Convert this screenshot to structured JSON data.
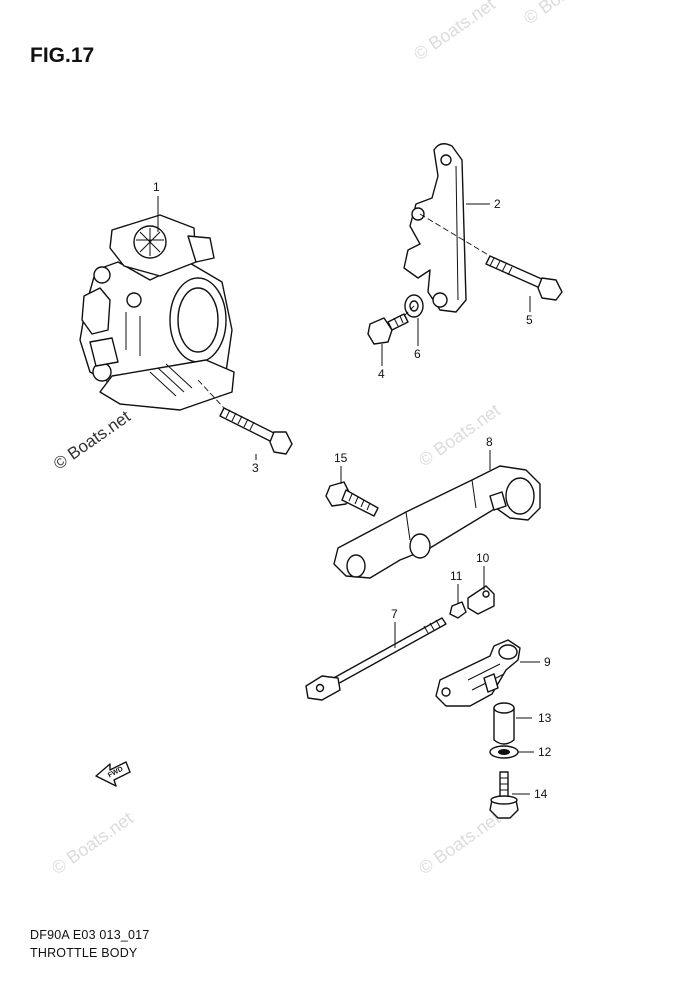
{
  "figure": {
    "title": "FIG.17",
    "code": "DF90A E03 013_017",
    "name": "THROTTLE BODY",
    "fwd_label": "FWD"
  },
  "watermarks": [
    "© Boats.net",
    "© Boats.net",
    "© Boats.net",
    "© Boats.net",
    "© Boats.net",
    "© Boats.net"
  ],
  "callouts": [
    {
      "number": "1"
    },
    {
      "number": "2"
    },
    {
      "number": "3"
    },
    {
      "number": "4"
    },
    {
      "number": "5"
    },
    {
      "number": "6"
    },
    {
      "number": "7"
    },
    {
      "number": "8"
    },
    {
      "number": "9"
    },
    {
      "number": "10"
    },
    {
      "number": "11"
    },
    {
      "number": "12"
    },
    {
      "number": "13"
    },
    {
      "number": "14"
    },
    {
      "number": "15"
    }
  ]
}
